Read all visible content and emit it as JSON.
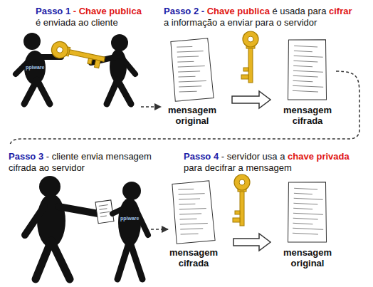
{
  "diagram": {
    "nodes": [
      {
        "text": [
          "mensagem original"
        ]
      },
      {
        "text": [
          "mensagem cifrada"
        ]
      },
      {
        "text": [
          "mensagem cifrada"
        ]
      },
      {
        "text": [
          "mensagem original"
        ]
      }
    ],
    "edges": [
      {
        "from": 0,
        "to": 1,
        "arrow": "to"
      },
      {
        "from": 2,
        "to": 3,
        "arrow": "to"
      }
    ],
    "labels": [
      "Passo 1",
      "- Chave publica",
      "é enviada ao cliente",
      "Passo 2 -",
      "Chave publica",
      "é usada para",
      "cifrar",
      "a informação a enviar para o servidor",
      "Passo 3",
      "- cliente envia mensagem cifrada ao servidor",
      "Passo 4",
      "- servidor usa a",
      "chave privada",
      "para decifrar a mensagem",
      "pplware",
      "pplware"
    ]
  }
}
